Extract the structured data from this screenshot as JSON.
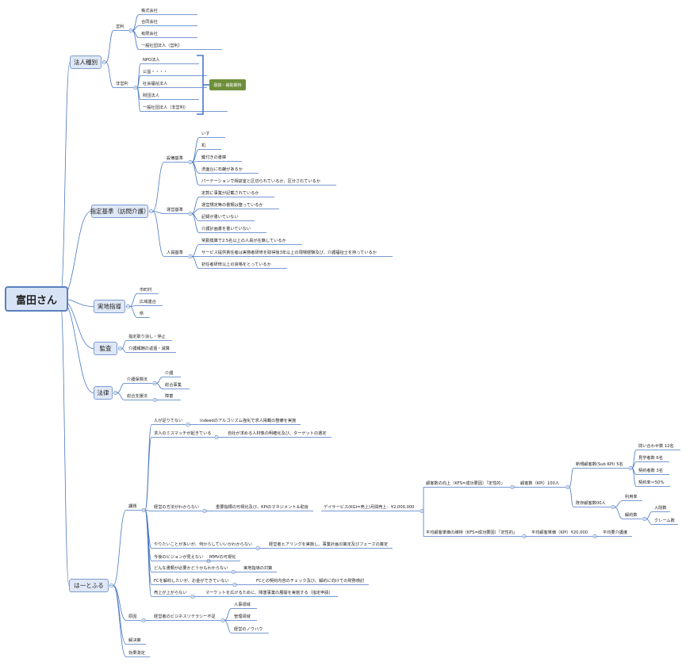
{
  "root": "富田さん",
  "note": "融資・補助期待",
  "l1": [
    "法人種別",
    "指定基準（訪問介護）",
    "実地指導",
    "監査",
    "法律",
    "は一とふる"
  ],
  "hojin": {
    "eiri": "営利",
    "eiri_items": [
      "株式会社",
      "合同会社",
      "有限会社",
      "一般社団法人（営利）"
    ],
    "hieiri": "非営利",
    "hieiri_items": [
      "NPO法人",
      "公益・・・・",
      "社会福祉法人",
      "財団法人",
      "一般社団法人（非営利）"
    ]
  },
  "shitei": {
    "setsubi": "設備基準",
    "setsubi_items": [
      "いす",
      "机",
      "鍵付きの書庫",
      "洗面台に石鹸があるか",
      "パーテーションで相談室と区切られているか、区分されているか"
    ],
    "unei": "運営基準",
    "unei_items": [
      "定款に事業が記載されているか",
      "運営規定等の書類は整っているか",
      "記録が書いていない",
      "介護計画書を書いていない"
    ],
    "jinin": "人員基準",
    "jinin_items": [
      "常勤換算で2.5名以上の人員が在籍しているか",
      "サービス提供責任者は実務者研修を取得後3年以上の現場経験及び、介護福祉士を持っているか",
      "初任者研修以上の資格をとっているか"
    ]
  },
  "jicchi_items": [
    "市町村",
    "広域連合",
    "県"
  ],
  "kansa_items": [
    "指定取り消し・停止",
    "介護報酬の返還・減算"
  ],
  "houritsu": {
    "kaigo": "介護保険法",
    "kaigo_items": [
      "介護",
      "総合事業"
    ],
    "sogo": "総合支援法",
    "sogo_items": [
      "障害"
    ]
  },
  "heart": {
    "kadai": "課題",
    "k1": "人が足りてない",
    "k1a": "indeedのアルゴリズム強化で求人掲載の整備を実施",
    "k2": "求人のミスマッチが起きている",
    "k2a": "自社が求める人材像の明確化及び、ターゲットの選定",
    "k3": "経営の方法がわからない",
    "k3a": "重要指標の可視化及び、KPIのマネジメント＆助言",
    "k3b": "デイサービス(KGI=売上)月間売上：¥2,000,000",
    "k3c": "顧客数の向上（KFS=成功要因）「定性的」",
    "k3d": "顧客数（KPI）100人",
    "k3e": "新規顧客数(Sub KPI) 5名",
    "k3e_items": [
      "問い合わせ数 12名",
      "見学者数 6名",
      "契約者数 3名",
      "契約率＝50%"
    ],
    "k3f": "既存顧客数00人",
    "k3f1": "利用率",
    "k3f2": "解約数",
    "k3f2_items": [
      "入院数",
      "クレーム数"
    ],
    "k3g": "平均顧客単価の維持（KFS=成功要因）「定性的」",
    "k3h": "平均顧客単価（KPI）¥20,000",
    "k3i": "平均要介護度",
    "k4": "やりたいことが多いが、何からしていいかわからない",
    "k4a": "経営者ヒアリングを実施し、事業計画の策定及びフェーズの策定",
    "k5": "今後のビジョンが見えない",
    "k5a": "MMVの可視化",
    "k6": "どんな書類が必要かどうかもわからない",
    "k6a": "実地指導の対策",
    "k7": "FCを解約したいが、お金ができていない",
    "k7a": "FCとの契約内容のチェック及び、解約に向けての財務検討",
    "k8": "売上が上がらない",
    "k8a": "マーケットを広げるために、障害事業の展開を実施する（指定申請）",
    "genin": "原因",
    "g1": "経営者のビジネスリテラシー不足",
    "g1_items": [
      "人事領域",
      "管理領域",
      "経営のノウハウ"
    ],
    "kaiketsu": "解決策",
    "kouka": "効果測定"
  }
}
